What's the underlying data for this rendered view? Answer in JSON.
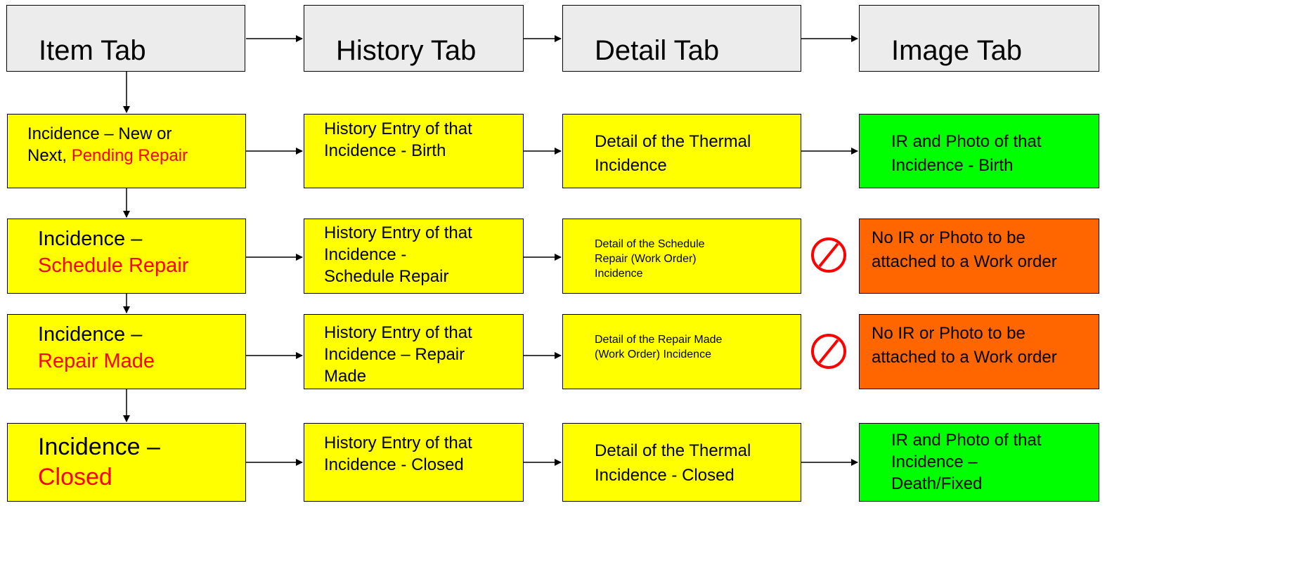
{
  "tabs": {
    "item": "Item Tab",
    "history": "History Tab",
    "detail": "Detail Tab",
    "image": "Image Tab"
  },
  "rows": [
    {
      "item": {
        "line1": "Incidence – New or",
        "line2_plain": "Next, ",
        "line2_red": "Pending Repair"
      },
      "history": {
        "line1": "History Entry of that",
        "line2": "Incidence -  Birth"
      },
      "detail": {
        "line1": "Detail of the Thermal",
        "line2": "Incidence"
      },
      "image": {
        "line1": "IR and Photo of that",
        "line2": "Incidence - Birth"
      }
    },
    {
      "item": {
        "line1": "Incidence –",
        "line2_red": "Schedule Repair"
      },
      "history": {
        "line1": "History Entry of that",
        "line2": "Incidence -",
        "line3": "Schedule Repair"
      },
      "detail": {
        "line1": "Detail of the Schedule",
        "line2": "Repair (Work Order)",
        "line3": "Incidence"
      },
      "image": {
        "line1": "No IR or Photo to be",
        "line2": "attached to a Work order"
      }
    },
    {
      "item": {
        "line1": "Incidence –",
        "line2_red": "Repair Made"
      },
      "history": {
        "line1": "History Entry of that",
        "line2": "Incidence – Repair",
        "line3": "Made"
      },
      "detail": {
        "line1": "Detail of the Repair Made",
        "line2": "(Work Order)  Incidence"
      },
      "image": {
        "line1": "No IR or Photo to be",
        "line2": "attached to a Work order"
      }
    },
    {
      "item": {
        "line1": "Incidence –",
        "line2_red": "Closed"
      },
      "history": {
        "line1": "History Entry of that",
        "line2": "Incidence - Closed"
      },
      "detail": {
        "line1": "Detail of the Thermal",
        "line2": "Incidence - Closed"
      },
      "image": {
        "line1": "IR and Photo of that",
        "line2": "Incidence –",
        "line3": "Death/Fixed"
      }
    }
  ],
  "colors": {
    "tab_fill": "#ececec",
    "row_fill": "#ffff00",
    "image_ok_fill": "#00ff00",
    "image_none_fill": "#ff6600",
    "status_text": "#ff0000",
    "no_symbol": "#ff0000"
  },
  "icons": [
    "no-symbol-icon",
    "arrow-right-icon",
    "arrow-down-icon"
  ]
}
